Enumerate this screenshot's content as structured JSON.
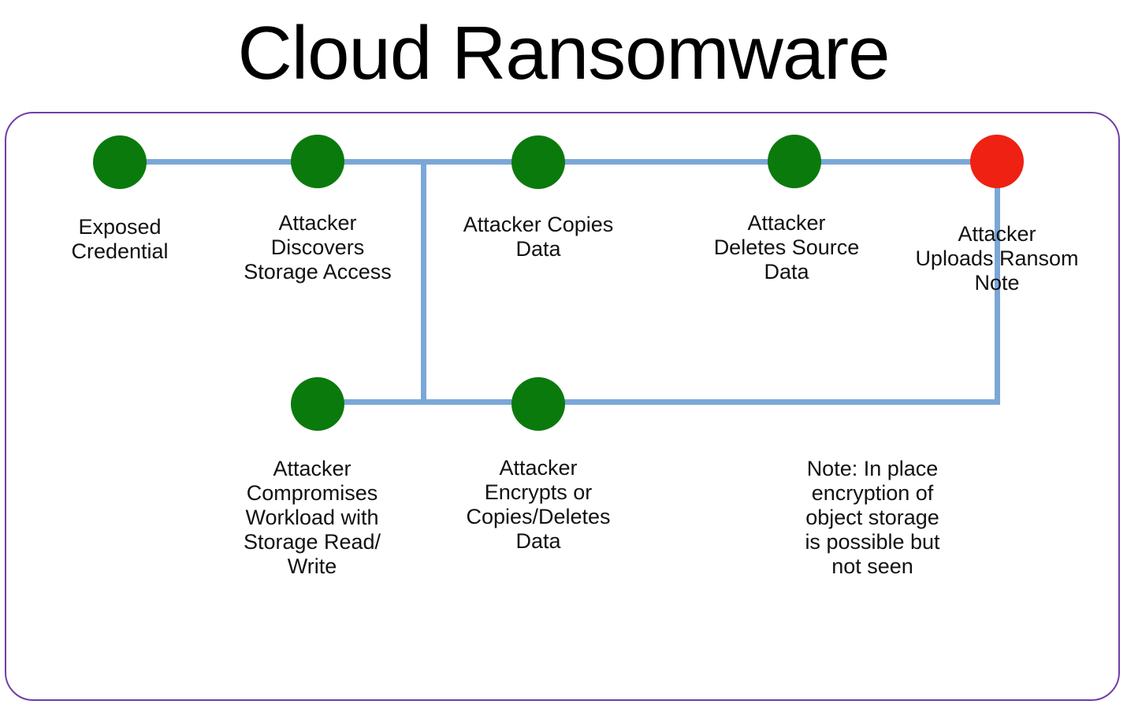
{
  "title": "Cloud Ransomware",
  "colors": {
    "node_normal": "#0b7a0c",
    "node_final": "#ef2113",
    "edge": "#7ba7d7",
    "frame_border": "#6f3fa8",
    "background": "#ffffff",
    "text": "#111111"
  },
  "diagram": {
    "type": "flow",
    "top_row": [
      {
        "id": "exposed-credential",
        "label": "Exposed\nCredential",
        "status": "normal"
      },
      {
        "id": "discovers-storage",
        "label": "Attacker\nDiscovers\nStorage Access",
        "status": "normal"
      },
      {
        "id": "copies-data",
        "label": "Attacker Copies\nData",
        "status": "normal"
      },
      {
        "id": "deletes-source-data",
        "label": "Attacker\nDeletes Source\nData",
        "status": "normal"
      },
      {
        "id": "uploads-ransom-note",
        "label": "Attacker\nUploads Ransom\nNote",
        "status": "final"
      }
    ],
    "bottom_row": [
      {
        "id": "compromises-workload",
        "label": "Attacker\nCompromises\nWorkload with\nStorage Read/\nWrite",
        "status": "normal"
      },
      {
        "id": "encrypts-or-copies",
        "label": "Attacker\nEncrypts or\nCopies/Deletes\nData",
        "status": "normal"
      }
    ],
    "note": "Note: In place\nencryption of\nobject storage\nis possible but\nnot seen"
  }
}
